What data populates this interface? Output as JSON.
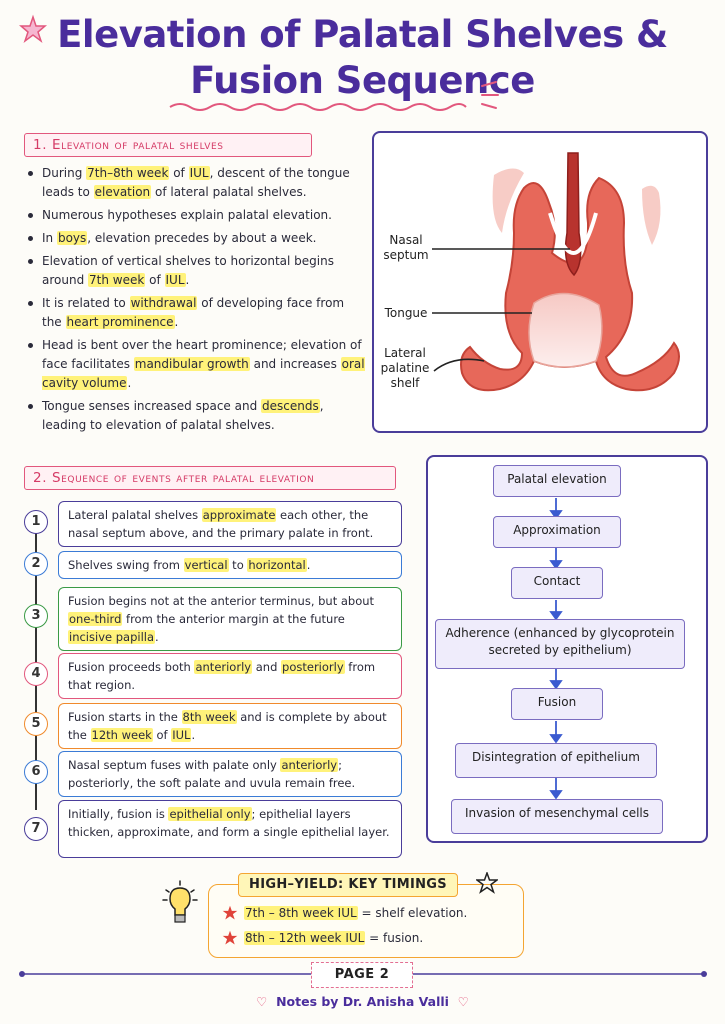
{
  "title": {
    "line1": "Elevation of Palatal Shelves &",
    "line2": "Fusion Sequence"
  },
  "section1": {
    "heading": "1. Elevation of palatal shelves",
    "bullets": [
      {
        "parts": [
          [
            "During ",
            false
          ],
          [
            "7th–8th week",
            true
          ],
          [
            " of ",
            false
          ],
          [
            "IUL",
            true
          ],
          [
            ", descent of the tongue leads to ",
            false
          ],
          [
            "elevation",
            true
          ],
          [
            " of lateral palatal shelves.",
            false
          ]
        ]
      },
      {
        "parts": [
          [
            "Numerous hypotheses explain palatal elevation.",
            false
          ]
        ]
      },
      {
        "parts": [
          [
            "In ",
            false
          ],
          [
            "boys",
            true
          ],
          [
            ", elevation precedes by about a week.",
            false
          ]
        ]
      },
      {
        "parts": [
          [
            "Elevation of vertical shelves to horizontal begins around ",
            false
          ],
          [
            "7th week",
            true
          ],
          [
            " of ",
            false
          ],
          [
            "IUL",
            true
          ],
          [
            ".",
            false
          ]
        ]
      },
      {
        "parts": [
          [
            "It is related to ",
            false
          ],
          [
            "withdrawal",
            true
          ],
          [
            " of developing face from the ",
            false
          ],
          [
            "heart prominence",
            true
          ],
          [
            ".",
            false
          ]
        ]
      },
      {
        "parts": [
          [
            "Head is bent over the heart prominence; elevation of face facilitates ",
            false
          ],
          [
            "mandibular growth",
            true
          ],
          [
            " and increases ",
            false
          ],
          [
            "oral cavity volume",
            true
          ],
          [
            ".",
            false
          ]
        ]
      },
      {
        "parts": [
          [
            "Tongue senses increased space and ",
            false
          ],
          [
            "descends",
            true
          ],
          [
            ", leading to elevation of palatal shelves.",
            false
          ]
        ]
      }
    ]
  },
  "diagram": {
    "label_septum": "Nasal septum",
    "label_tongue": "Tongue",
    "label_shelf": "Lateral palatine shelf"
  },
  "section2": {
    "heading": "2. Sequence of events after palatal elevation",
    "steps": [
      {
        "num": "1",
        "color": "#4a3d9a",
        "parts": [
          [
            "Lateral palatal shelves ",
            false
          ],
          [
            "approximate",
            true
          ],
          [
            " each other, the nasal septum above, and the primary palate in front.",
            false
          ]
        ]
      },
      {
        "num": "2",
        "color": "#3b7bd6",
        "parts": [
          [
            "Shelves swing from ",
            false
          ],
          [
            "vertical",
            true
          ],
          [
            " to ",
            false
          ],
          [
            "horizontal",
            true
          ],
          [
            ".",
            false
          ]
        ]
      },
      {
        "num": "3",
        "color": "#3a9a45",
        "parts": [
          [
            "Fusion begins not at the anterior terminus, but about ",
            false
          ],
          [
            "one-third",
            true
          ],
          [
            " from the anterior margin at the future ",
            false
          ],
          [
            "incisive papilla",
            true
          ],
          [
            ".",
            false
          ]
        ]
      },
      {
        "num": "4",
        "color": "#e2577d",
        "parts": [
          [
            "Fusion proceeds both ",
            false
          ],
          [
            "anteriorly",
            true
          ],
          [
            " and ",
            false
          ],
          [
            "posteriorly",
            true
          ],
          [
            " from that region.",
            false
          ]
        ]
      },
      {
        "num": "5",
        "color": "#f08a2c",
        "parts": [
          [
            "Fusion starts in the ",
            false
          ],
          [
            "8th week",
            true
          ],
          [
            " and is complete by about the ",
            false
          ],
          [
            "12th week",
            true
          ],
          [
            " of ",
            false
          ],
          [
            "IUL",
            true
          ],
          [
            ".",
            false
          ]
        ]
      },
      {
        "num": "6",
        "color": "#3b7bd6",
        "parts": [
          [
            "Nasal septum fuses with palate only ",
            false
          ],
          [
            "anteriorly",
            true
          ],
          [
            "; posteriorly, the soft palate and uvula remain free.",
            false
          ]
        ]
      },
      {
        "num": "7",
        "color": "#4a3d9a",
        "parts": [
          [
            "Initially, fusion is ",
            false
          ],
          [
            "epithelial only",
            true
          ],
          [
            "; epithelial layers thicken, approximate, and form a single epithelial layer.",
            false
          ]
        ]
      }
    ]
  },
  "flowchart": [
    "Palatal elevation",
    "Approximation",
    "Contact",
    "Adherence (enhanced by glycoprotein secreted by epithelium)",
    "Fusion",
    "Disintegration of epithelium",
    "Invasion of mesenchymal cells"
  ],
  "high_yield": {
    "title": "HIGH–YIELD: KEY TIMINGS",
    "line1_key": "7th – 8th week IUL",
    "line1_val": " = shelf elevation.",
    "line2_key": "8th – 12th week IUL",
    "line2_val": " = fusion."
  },
  "page": "PAGE 2",
  "footer": "Notes by Dr. Anisha Valli",
  "colors": {
    "title": "#4a2d9c",
    "accent_pink": "#e2577d",
    "highlight": "#fff27a",
    "frame": "#4a3d9a",
    "tissue": "#e05a4e"
  }
}
